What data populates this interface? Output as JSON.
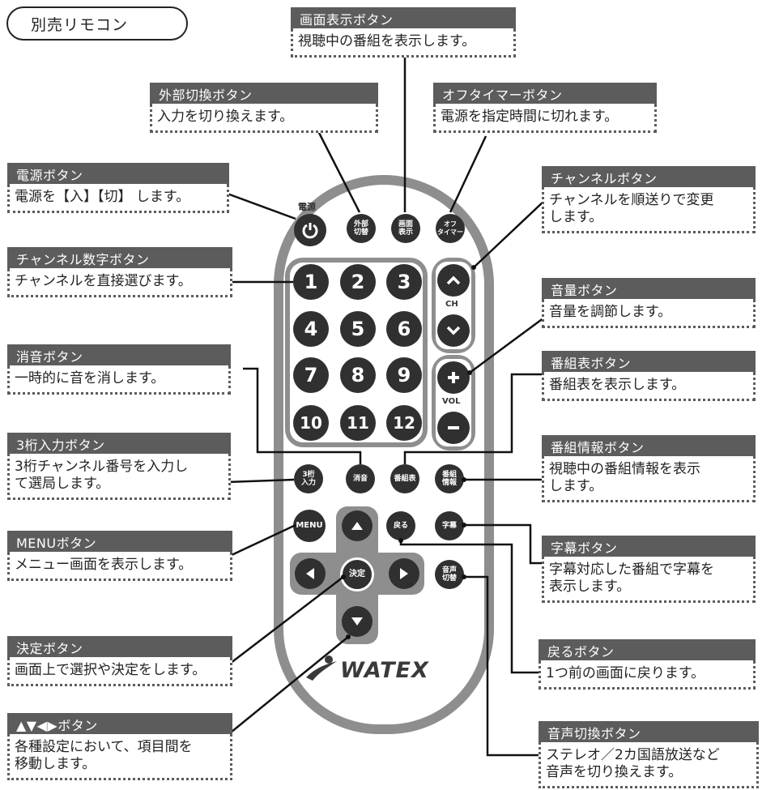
{
  "title": "別売リモコン",
  "brand": "WATEX",
  "remote": {
    "power_label": "電源",
    "ch_label": "CH",
    "vol_label": "VOL",
    "buttons": {
      "external": "外部\n切替",
      "display": "画面\n表示",
      "off_timer": "オフ\nタイマー",
      "three_digit": "3桁\n入力",
      "mute": "消音",
      "epg": "番組表",
      "program_info": "番組\n情報",
      "menu": "MENU",
      "enter": "決定",
      "back": "戻る",
      "subtitles": "字幕",
      "audio_switch": "音声\n切替"
    },
    "numbers": [
      "1",
      "2",
      "3",
      "4",
      "5",
      "6",
      "7",
      "8",
      "9",
      "10",
      "11",
      "12"
    ]
  },
  "callouts": {
    "power": {
      "title": "電源ボタン",
      "text": "電源を【入】【切】 します。"
    },
    "external": {
      "title": "外部切換ボタン",
      "text": "入力を切り換えます。"
    },
    "display": {
      "title": "画面表示ボタン",
      "text": "視聴中の番組を表示します。"
    },
    "off_timer": {
      "title": "オフタイマーボタン",
      "text": "電源を指定時間に切れます。"
    },
    "channel": {
      "title": "チャンネルボタン",
      "text": "チャンネルを順送りで変更\nします。"
    },
    "channel_number": {
      "title": "チャンネル数字ボタン",
      "text": "チャンネルを直接選びます。"
    },
    "volume": {
      "title": "音量ボタン",
      "text": "音量を調節します。"
    },
    "mute": {
      "title": "消音ボタン",
      "text": "一時的に音を消します。"
    },
    "epg": {
      "title": "番組表ボタン",
      "text": "番組表を表示します。"
    },
    "three_digit": {
      "title": "3桁入力ボタン",
      "text": "3桁チャンネル番号を入力し\nて選局します。"
    },
    "program_info": {
      "title": "番組情報ボタン",
      "text": "視聴中の番組情報を表示\nします。"
    },
    "menu": {
      "title": "MENUボタン",
      "text": "メニュー画面を表示します。"
    },
    "subtitles": {
      "title": "字幕ボタン",
      "text": "字幕対応した番組で字幕を\n表示します。"
    },
    "enter": {
      "title": "決定ボタン",
      "text": "画面上で選択や決定をします。"
    },
    "back": {
      "title": "戻るボタン",
      "text": "1つ前の画面に戻ります。"
    },
    "arrows": {
      "title": "▲▼◀▶ボタン",
      "text": "各種設定において、項目間を\n移動します。"
    },
    "audio_switch": {
      "title": "音声切換ボタン",
      "text": "ステレオ／2カ国語放送など\n音声を切り換えます。"
    }
  }
}
